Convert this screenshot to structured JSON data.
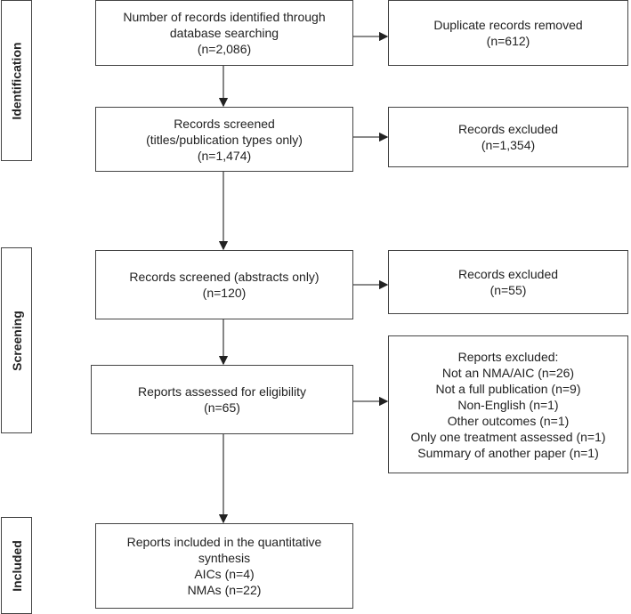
{
  "phases": {
    "identification": "Identification",
    "screening": "Screening",
    "included": "Included"
  },
  "boxes": {
    "identified": [
      "Number of records identified through",
      "database searching",
      "(n=2,086)"
    ],
    "duplicates": [
      "Duplicate records removed",
      "(n=612)"
    ],
    "screened_titles": [
      "Records screened",
      "(titles/publication types only)",
      "(n=1,474)"
    ],
    "excluded_titles": [
      "Records excluded",
      "(n=1,354)"
    ],
    "screened_abstracts": [
      "Records screened (abstracts only)",
      "(n=120)"
    ],
    "excluded_abstracts": [
      "Records excluded",
      "(n=55)"
    ],
    "eligibility": [
      "Reports assessed for eligibility",
      "(n=65)"
    ],
    "reports_excluded": [
      "Reports excluded:",
      "Not an NMA/AIC (n=26)",
      "Not a full publication (n=9)",
      "Non-English (n=1)",
      "Other outcomes (n=1)",
      "Only one treatment assessed (n=1)",
      "Summary of another paper (n=1)"
    ],
    "included": [
      "Reports included in the quantitative",
      "synthesis",
      "AICs (n=4)",
      "NMAs (n=22)"
    ]
  }
}
